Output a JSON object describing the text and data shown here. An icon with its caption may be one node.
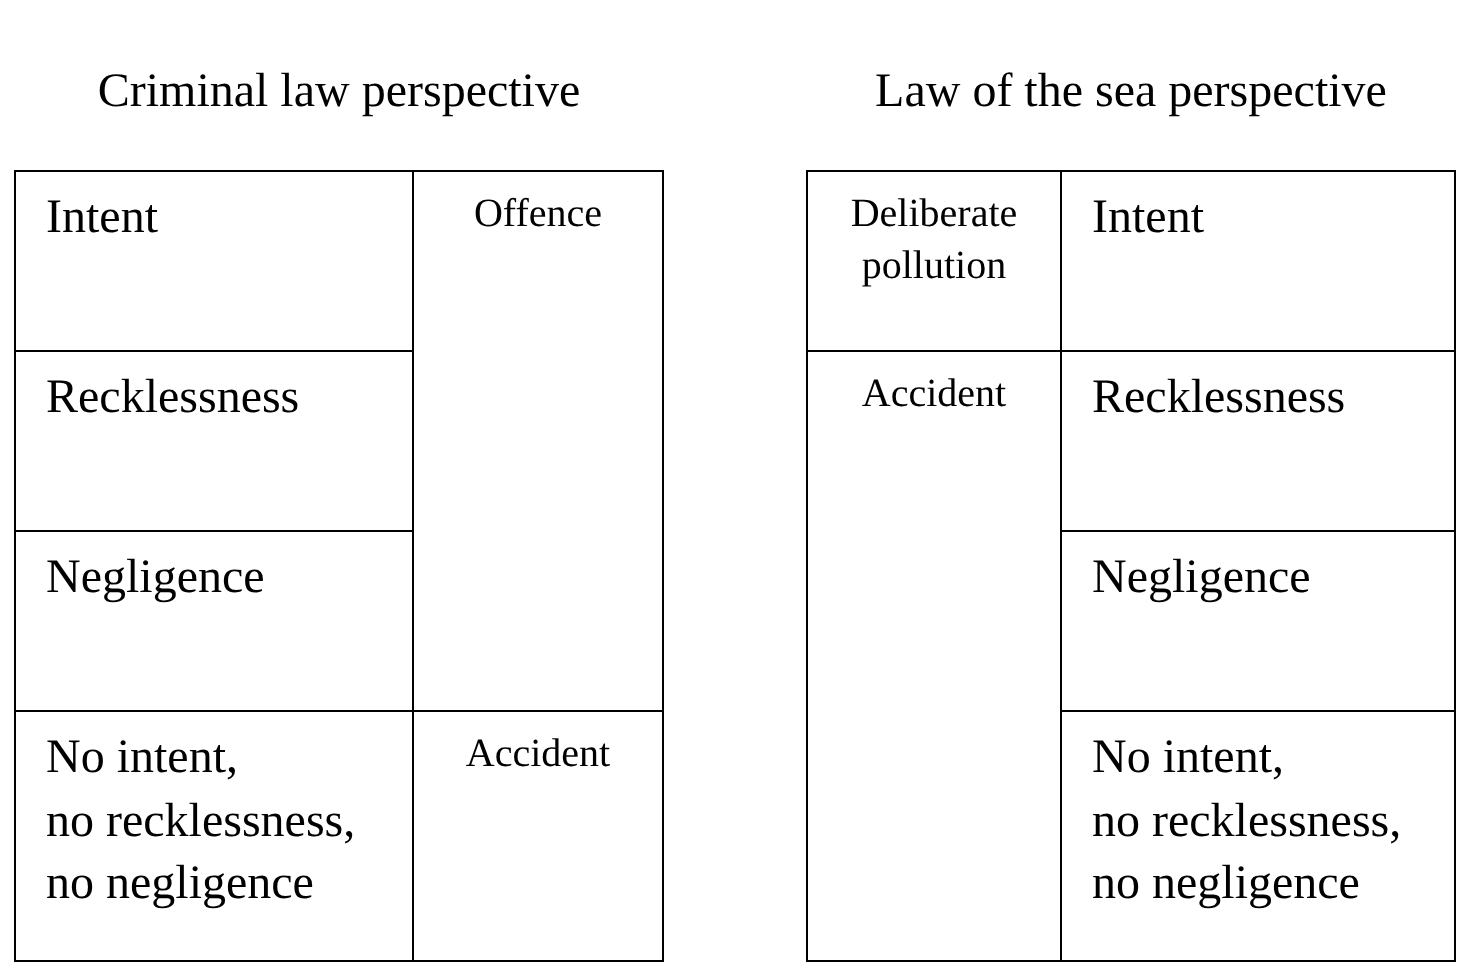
{
  "diagram": {
    "nodes": [
      {
        "text": [
          "Criminal law perspective"
        ]
      },
      {
        "text": [
          "Intent"
        ],
        "in": 0
      },
      {
        "text": [
          "Recklessness"
        ],
        "in": 0
      },
      {
        "text": [
          "Negligence"
        ],
        "in": 0
      },
      {
        "text": [
          "No intent, no recklessness, no negligence"
        ],
        "in": 0
      },
      {
        "text": [
          "Offence"
        ],
        "in": 0
      },
      {
        "text": [
          "Accident"
        ],
        "in": 0
      },
      {
        "text": [
          "Law of the sea perspective"
        ]
      },
      {
        "text": [
          "Deliberate pollution"
        ],
        "in": 7
      },
      {
        "text": [
          "Intent"
        ],
        "in": 7
      },
      {
        "text": [
          "Accident"
        ],
        "in": 7
      },
      {
        "text": [
          "Recklessness"
        ],
        "in": 7
      },
      {
        "text": [
          "Negligence"
        ],
        "in": 7
      },
      {
        "text": [
          "No intent, no recklessness, no negligence"
        ],
        "in": 7
      }
    ]
  }
}
